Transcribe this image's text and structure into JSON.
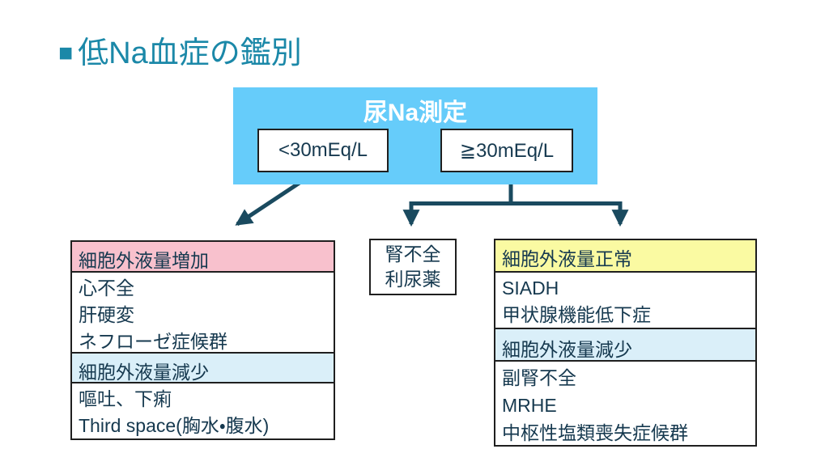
{
  "colors": {
    "title": "#1B88A8",
    "text": "#16394F",
    "arrow": "#1A4A5F",
    "root_box_bg": "#66CCFA",
    "pink_header_bg": "#F8C1CD",
    "yellow_header_bg": "#FAFAA2",
    "lightblue_header_bg": "#DAEFF9",
    "border": "#1F1F1F"
  },
  "title": {
    "bullet": "■",
    "text": "低Na血症の鑑別"
  },
  "flowchart": {
    "root": {
      "title": "尿Na測定",
      "left_branch": "<30mEq/L",
      "right_branch": "≧30mEq/L"
    },
    "left_table": {
      "header1": "細胞外液量増加",
      "body1": [
        "心不全",
        "肝硬変",
        "ネフローゼ症候群"
      ],
      "header2": "細胞外液量減少",
      "body2": [
        "嘔吐、下痢",
        "Third space(胸水・腹水)"
      ]
    },
    "middle_box": {
      "lines": [
        "腎不全",
        "利尿薬"
      ]
    },
    "right_table": {
      "header1": "細胞外液量正常",
      "body1": [
        "SIADH",
        "甲状腺機能低下症"
      ],
      "header2": "細胞外液量減少",
      "body2": [
        "副腎不全",
        "MRHE",
        "中枢性塩類喪失症候群"
      ]
    }
  }
}
